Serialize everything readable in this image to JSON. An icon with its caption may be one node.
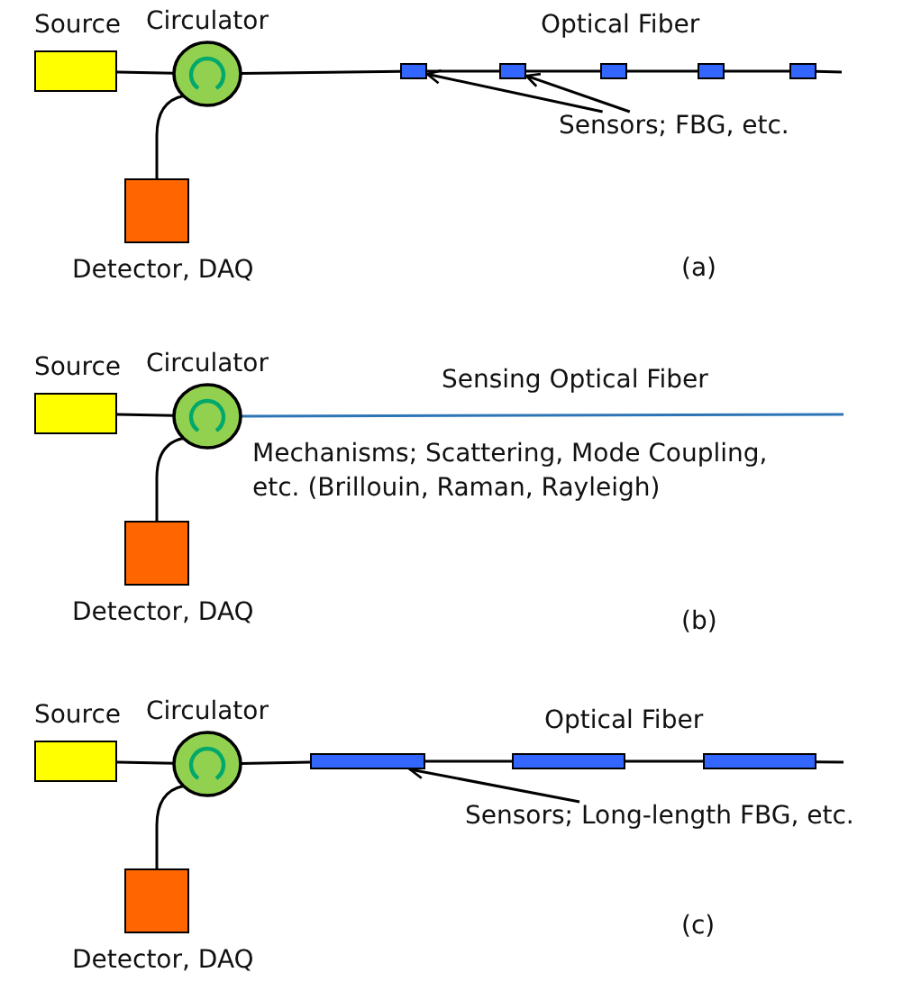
{
  "diagram": {
    "nodes": [
      {
        "text": [
          "Source"
        ]
      },
      {
        "text": [
          "Circulator"
        ]
      },
      {
        "text": [
          "Detector, DAQ"
        ]
      },
      {
        "text": [],
        "shape": "box"
      },
      {
        "text": [],
        "shape": "box"
      },
      {
        "text": [],
        "shape": "box"
      },
      {
        "text": [],
        "shape": "box"
      },
      {
        "text": [],
        "shape": "box"
      },
      {
        "text": [
          "Sensors; FBG, etc."
        ]
      },
      {
        "text": [
          "Source"
        ]
      },
      {
        "text": [
          "Circulator"
        ]
      },
      {
        "text": [
          "Detector, DAQ"
        ]
      },
      {
        "text": [
          "Source"
        ]
      },
      {
        "text": [
          "Circulator"
        ]
      },
      {
        "text": [
          "Detector, DAQ"
        ]
      },
      {
        "text": [],
        "shape": "box"
      },
      {
        "text": [],
        "shape": "box"
      },
      {
        "text": [],
        "shape": "box"
      },
      {
        "text": [
          "Sensors; Long-length FBG, etc."
        ]
      }
    ],
    "edges": [
      {
        "from": 0,
        "to": 1,
        "arrow": "none"
      },
      {
        "from": 1,
        "to": 2,
        "arrow": "none"
      },
      {
        "from": 1,
        "to": 3,
        "arrow": "none"
      },
      {
        "from": 3,
        "to": 4,
        "arrow": "none"
      },
      {
        "from": 4,
        "to": 5,
        "arrow": "none"
      },
      {
        "from": 5,
        "to": 6,
        "arrow": "none"
      },
      {
        "from": 6,
        "to": 7,
        "arrow": "none"
      },
      {
        "from": 7,
        "to": null,
        "arrow": "none"
      },
      {
        "from": 8,
        "to": 3,
        "arrow": "to"
      },
      {
        "from": 8,
        "to": 4,
        "arrow": "to"
      },
      {
        "from": 9,
        "to": 10,
        "arrow": "none"
      },
      {
        "from": 10,
        "to": 11,
        "arrow": "none"
      },
      {
        "from": 10,
        "to": null,
        "arrow": "none",
        "color": "#2e75b6"
      },
      {
        "from": 12,
        "to": 13,
        "arrow": "none"
      },
      {
        "from": 13,
        "to": 14,
        "arrow": "none"
      },
      {
        "from": 13,
        "to": 15,
        "arrow": "none"
      },
      {
        "from": 15,
        "to": 16,
        "arrow": "none"
      },
      {
        "from": 16,
        "to": 17,
        "arrow": "none"
      },
      {
        "from": 17,
        "to": null,
        "arrow": "none"
      },
      {
        "from": 18,
        "to": 15,
        "arrow": "to"
      }
    ],
    "labels": [
      "Optical Fiber",
      "(a)",
      "Sensing Optical Fiber",
      "Mechanisms; Scattering, Mode Coupling, etc. (Brillouin, Raman, Rayleigh)",
      "(b)",
      "Optical Fiber",
      "(c)"
    ]
  }
}
